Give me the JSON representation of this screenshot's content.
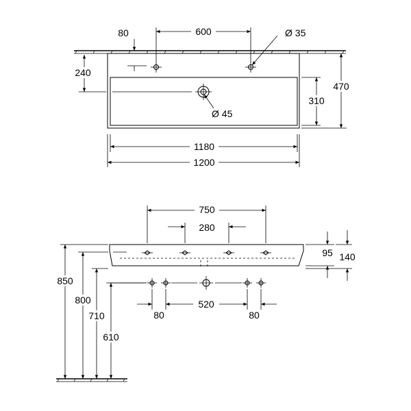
{
  "top_view": {
    "dims": {
      "d80": "80",
      "d600": "600",
      "d35": "Ø 35",
      "d240": "240",
      "d470": "470",
      "d310": "310",
      "d45": "Ø 45",
      "d1180": "1180",
      "d1200": "1200"
    }
  },
  "front_view": {
    "dims": {
      "d750": "750",
      "d280": "280",
      "d95": "95",
      "d140": "140",
      "d850": "850",
      "d800": "800",
      "d710": "710",
      "d610": "610",
      "d80a": "80",
      "d520": "520",
      "d80b": "80"
    }
  }
}
